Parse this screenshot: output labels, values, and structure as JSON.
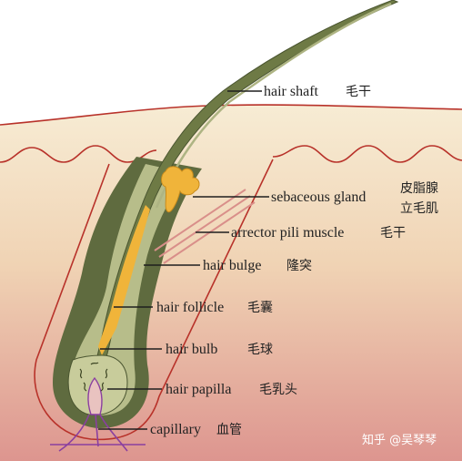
{
  "labels": {
    "hair_shaft": {
      "en": "hair shaft",
      "zh": "毛干"
    },
    "sebaceous_gland": {
      "en": "sebaceous gland",
      "zh": "皮脂腺"
    },
    "arrector_pili": {
      "en": "arrector pili muscle",
      "zh": "毛干",
      "zh_extra": "立毛肌"
    },
    "hair_bulge": {
      "en": "hair bulge",
      "zh": "隆突"
    },
    "hair_follicle": {
      "en": "hair follicle",
      "zh": "毛囊"
    },
    "hair_bulb": {
      "en": "hair bulb",
      "zh": "毛球"
    },
    "hair_papilla": {
      "en": "hair papilla",
      "zh": "毛乳头"
    },
    "capillary": {
      "en": "capillary",
      "zh": "血管"
    }
  },
  "watermark": {
    "text": "知乎 @吴琴琴"
  },
  "colors": {
    "skin_top": "#f6e9cf",
    "skin_bottom": "#dd9a93",
    "follicle_outer": "#5f6b3f",
    "follicle_inner": "#b7bd8a",
    "hair_shaft": "#6e7a45",
    "gland": "#f0b43a",
    "muscle": "#d98f8a",
    "capillary": "#8a3fa0",
    "outline": "#b8322a"
  }
}
